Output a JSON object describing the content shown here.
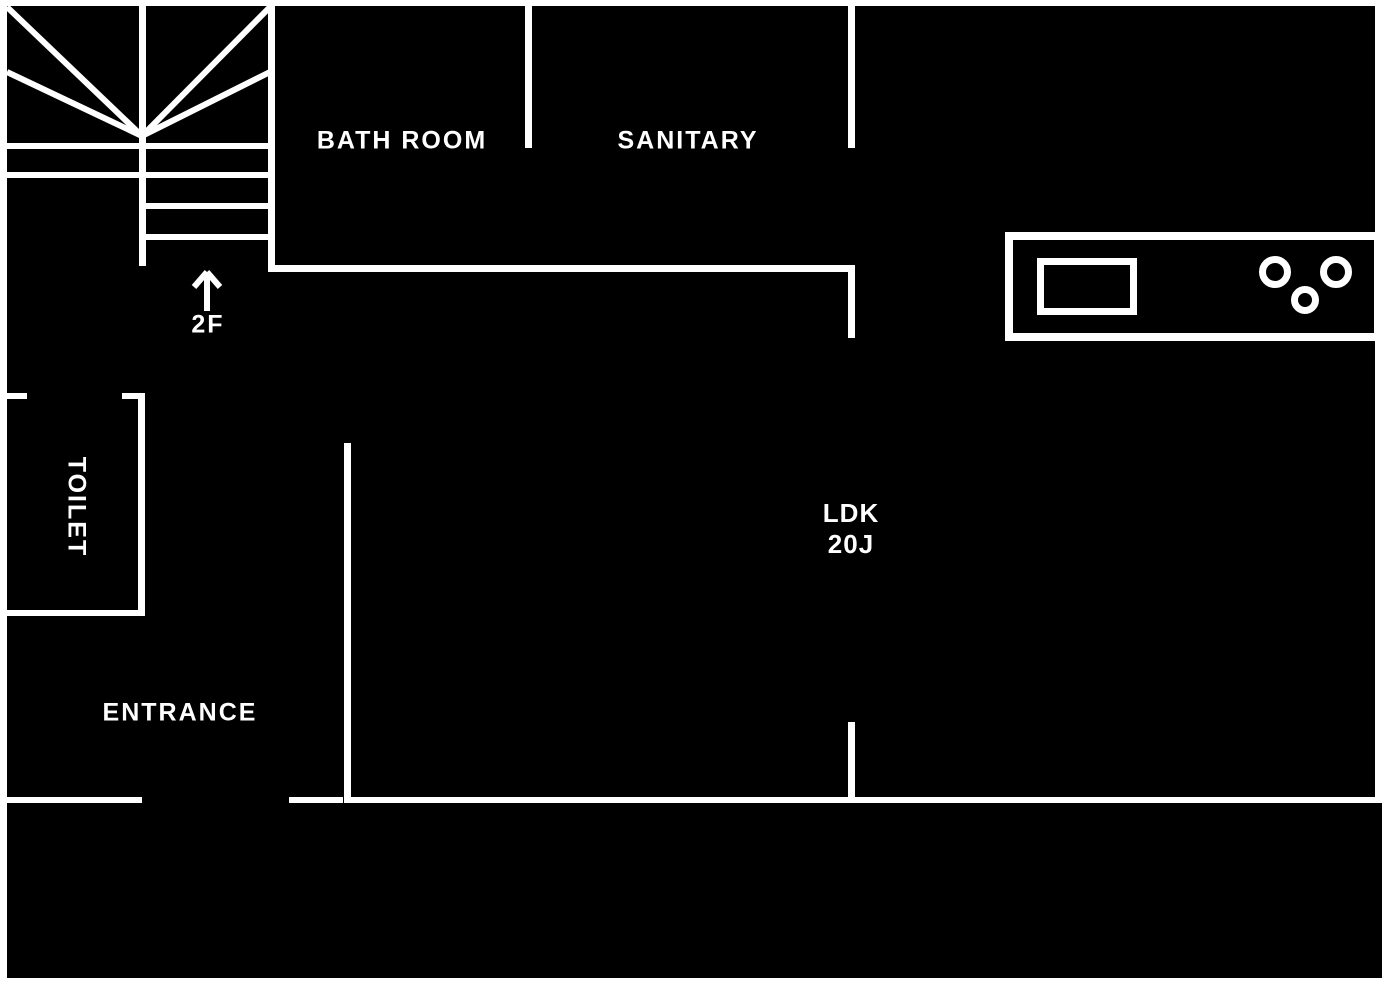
{
  "colors": {
    "background": "#000000",
    "line": "#ffffff"
  },
  "plan": {
    "labels": {
      "bath_room": "BATH ROOM",
      "sanitary": "SANITARY",
      "toilet": "TOILET",
      "entrance": "ENTRANCE",
      "ldk_name": "LDK",
      "ldk_size": "20J",
      "stairs_floor": "2F"
    },
    "kitchen": {
      "burner_count": 3
    }
  }
}
